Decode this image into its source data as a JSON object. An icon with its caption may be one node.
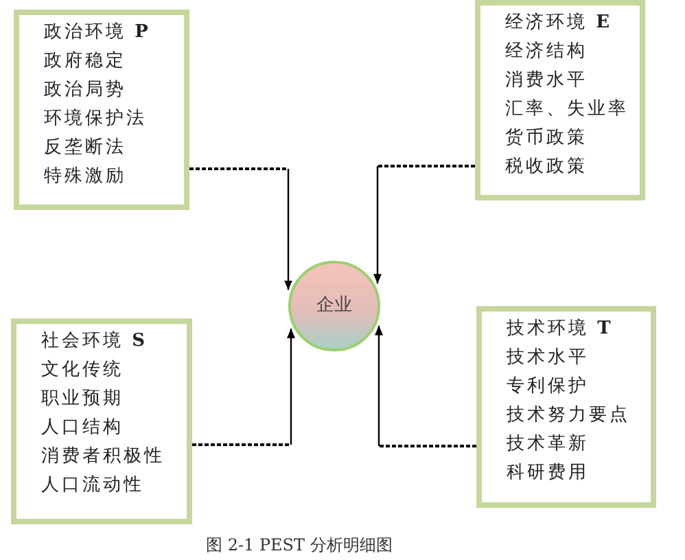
{
  "diagram": {
    "caption": "图 2-1 PEST 分析明细图",
    "nodes": [
      {
        "text": [
          "政治环境 **P**",
          "政府稳定",
          "政治局势",
          "环境保护法",
          "反垄断法",
          "特殊激励"
        ]
      },
      {
        "text": [
          "经济环境 **E**",
          "经济结构",
          "消费水平",
          "汇率、失业率",
          "货币政策",
          "税收政策"
        ]
      },
      {
        "text": [
          "企业"
        ]
      },
      {
        "text": [
          "社会环境 **S**",
          "文化传统",
          "职业预期",
          "人口结构",
          "消费者积极性",
          "人口流动性"
        ]
      },
      {
        "text": [
          "技术环境 **T**",
          "技术水平",
          "专利保护",
          "技术努力要点",
          "技术革新",
          "科研费用"
        ]
      }
    ],
    "edges": [
      {
        "from": 0,
        "to": 2,
        "arrow": "to"
      },
      {
        "from": 1,
        "to": 2,
        "arrow": "to"
      },
      {
        "from": 3,
        "to": 2,
        "arrow": "to"
      },
      {
        "from": 4,
        "to": 2,
        "arrow": "to"
      }
    ]
  }
}
